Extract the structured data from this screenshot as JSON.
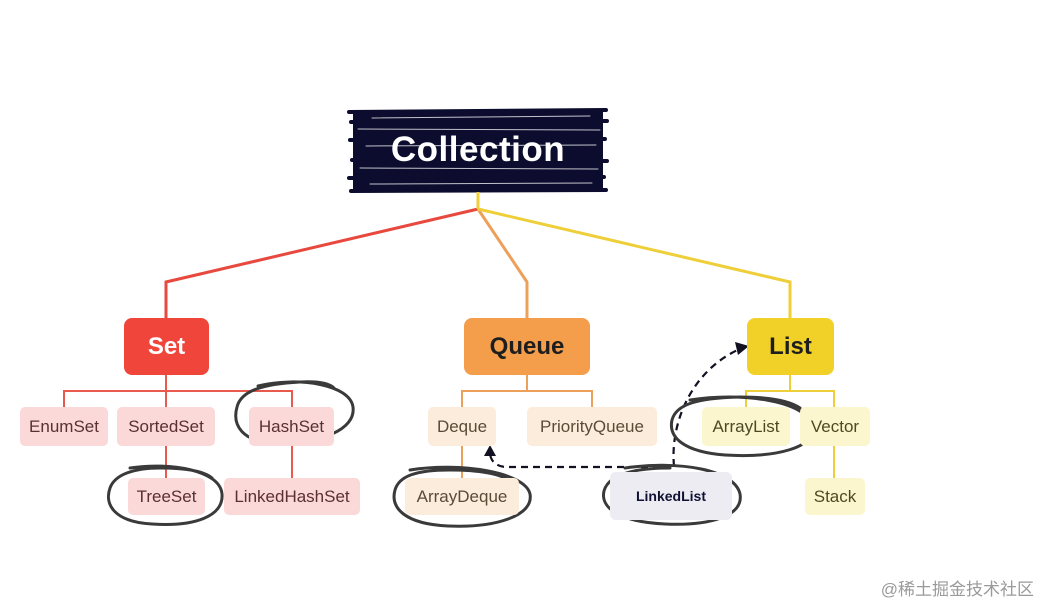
{
  "root": {
    "label": "Collection"
  },
  "groups": {
    "set": {
      "label": "Set",
      "children": [
        "EnumSet",
        "SortedSet",
        "HashSet"
      ],
      "grandchildren": [
        "TreeSet",
        "LinkedHashSet"
      ]
    },
    "queue": {
      "label": "Queue",
      "children": [
        "Deque",
        "PriorityQueue"
      ],
      "grandchildren": [
        "ArrayDeque"
      ]
    },
    "list": {
      "label": "List",
      "children": [
        "ArrayList",
        "Vector"
      ],
      "grandchildren": [
        "Stack"
      ]
    }
  },
  "linked_list": {
    "label": "LinkedList"
  },
  "watermark": "@稀土掘金技术社区",
  "colors": {
    "root_bg": "#0c0d2e",
    "set": "#f0453a",
    "queue": "#f49e4c",
    "list": "#f1d128",
    "annotation": "#3a3a3a"
  }
}
